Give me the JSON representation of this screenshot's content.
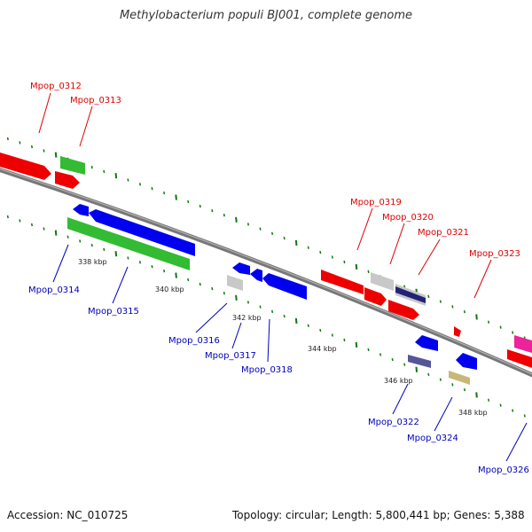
{
  "title": "Methylobacterium populi BJ001, complete genome",
  "footer": {
    "accession": "Accession: NC_010725",
    "summary": "Topology: circular; Length: 5,800,441 bp; Genes: 5,388"
  },
  "colors": {
    "forward_strand_label": "#dd0000",
    "reverse_strand_label": "#0000bb",
    "backbone": "#777777",
    "tick": "#117711",
    "red_gene": "#ee0000",
    "blue_gene": "#0000ee",
    "green_gene": "#33bb33",
    "grey_gene": "#c8c8c8",
    "purple_gene": "#555599",
    "tan_gene": "#c8b878",
    "pink_gene": "#ee2299"
  },
  "scale_labels": [
    "338 kbp",
    "340 kbp",
    "342 kbp",
    "344 kbp",
    "346 kbp",
    "348 kbp"
  ],
  "gene_labels": [
    "Mpop_0312",
    "Mpop_0313",
    "Mpop_0319",
    "Mpop_0320",
    "Mpop_0321",
    "Mpop_0323",
    "Mpop_0314",
    "Mpop_0315",
    "Mpop_0316",
    "Mpop_0317",
    "Mpop_0318",
    "Mpop_0322",
    "Mpop_0324",
    "Mpop_0326"
  ]
}
